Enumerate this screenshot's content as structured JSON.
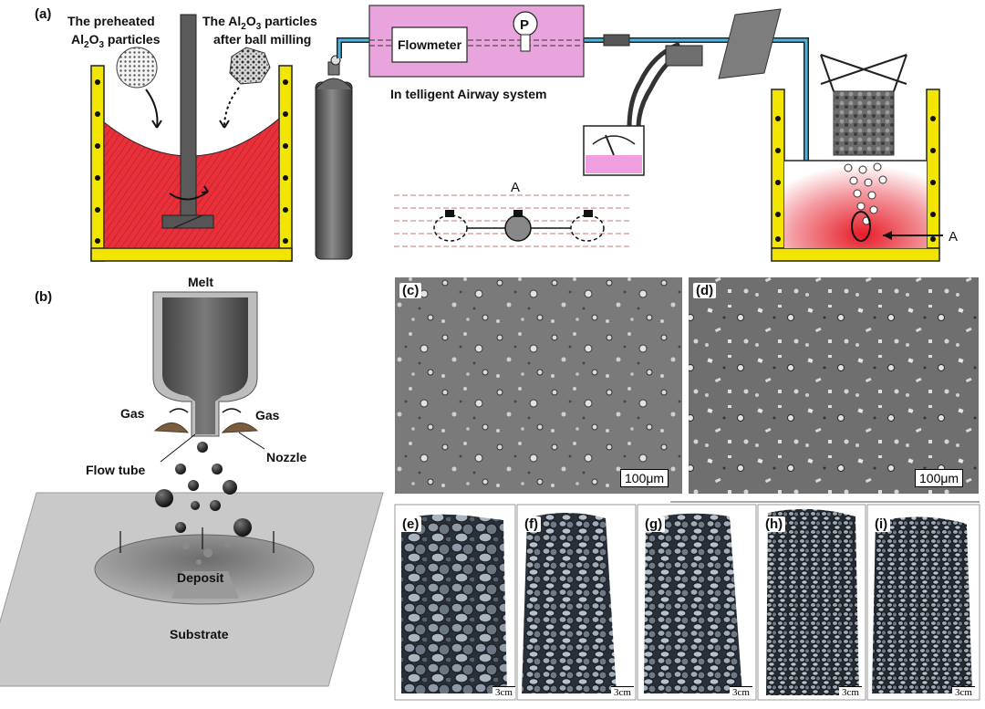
{
  "panels": {
    "a": {
      "letter": "(a)",
      "label_preheated_1": "The preheated",
      "label_preheated_2": "Al",
      "label_preheated_2b": "2",
      "label_preheated_2c": "O",
      "label_preheated_2d": "3",
      "label_preheated_2e": " particles",
      "label_milled_1a": "The Al",
      "label_milled_1b": "2",
      "label_milled_1c": "O",
      "label_milled_1d": "3",
      "label_milled_1e": " particles",
      "label_milled_2": "after ball milling",
      "flowmeter": "Flowmeter",
      "pressure": "P",
      "airway": "In telligent Airway system",
      "detail_label": "A",
      "pointer_label": "A"
    },
    "b": {
      "letter": "(b)",
      "melt": "Melt",
      "gas_left": "Gas",
      "gas_right": "Gas",
      "nozzle": "Nozzle",
      "flow_tube": "Flow tube",
      "deposit": "Deposit",
      "substrate": "Substrate"
    },
    "c": {
      "letter": "(c)",
      "scale": "100μm"
    },
    "d": {
      "letter": "(d)",
      "scale": "100μm"
    },
    "e": {
      "letter": "(e)",
      "scale": "3cm"
    },
    "f": {
      "letter": "(f)",
      "scale": "3cm"
    },
    "g": {
      "letter": "(g)",
      "scale": "3cm"
    },
    "h": {
      "letter": "(h)",
      "scale": "3cm"
    },
    "i": {
      "letter": "(i)",
      "scale": "3cm"
    }
  },
  "colors": {
    "crucible_wall": "#f2e600",
    "melt_red": "#e8303a",
    "airway_box": "#e9a4dd",
    "gas_pipe": "#49b6e6",
    "cylinder": "#5d5d5d",
    "sem_bg": "#7c7c7c",
    "foam_bg": "#4a5560"
  }
}
